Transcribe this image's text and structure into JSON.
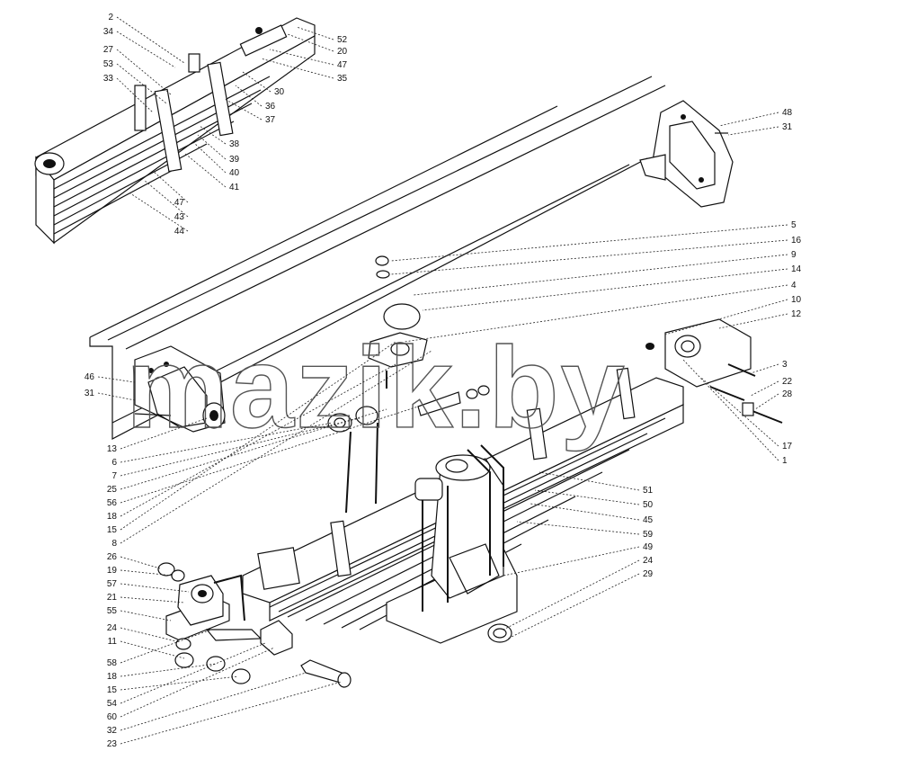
{
  "watermark": "mazik.by",
  "callouts": {
    "left": [
      "2",
      "34",
      "27",
      "53",
      "33",
      "47",
      "43",
      "44",
      "46",
      "31",
      "13",
      "6",
      "7",
      "25",
      "56",
      "18",
      "15",
      "8",
      "26",
      "19",
      "57",
      "21",
      "55",
      "24",
      "11",
      "58",
      "18",
      "15",
      "54",
      "60",
      "32",
      "23"
    ],
    "right": [
      "52",
      "20",
      "47",
      "35",
      "30",
      "36",
      "37",
      "38",
      "39",
      "40",
      "41",
      "48",
      "31",
      "5",
      "16",
      "9",
      "14",
      "4",
      "10",
      "12",
      "3",
      "22",
      "28",
      "17",
      "1",
      "51",
      "50",
      "45",
      "59",
      "49",
      "24",
      "29"
    ]
  }
}
